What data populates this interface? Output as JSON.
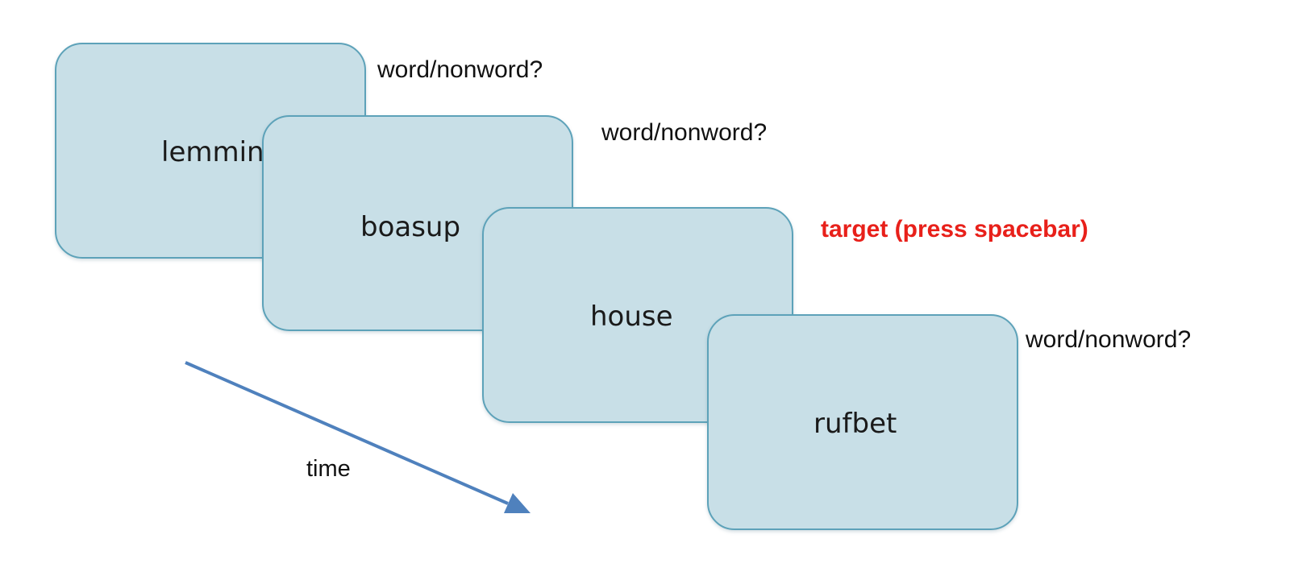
{
  "cards": [
    {
      "word": "lemming"
    },
    {
      "word": "boasup"
    },
    {
      "word": "house"
    },
    {
      "word": "rufbet"
    }
  ],
  "prompts": [
    {
      "text": "word/nonword?"
    },
    {
      "text": "word/nonword?"
    },
    {
      "text": "target (press spacebar)"
    },
    {
      "text": "word/nonword?"
    }
  ],
  "arrow": {
    "label": "time",
    "color": "#4f81bd"
  },
  "colors": {
    "card_fill": "#c8dfe7",
    "card_border": "#5da2b9",
    "target_text": "#e8201a"
  }
}
